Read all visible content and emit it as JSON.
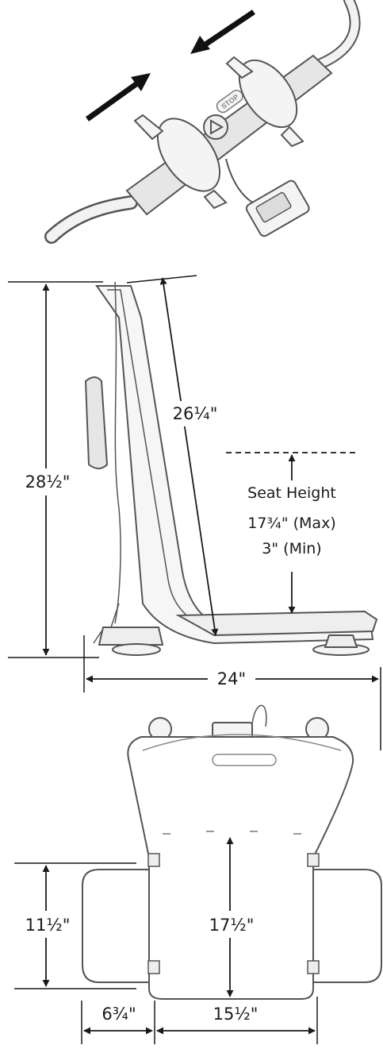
{
  "controller": {
    "stop_label": "STOP"
  },
  "side_view": {
    "overall_height": "28½\"",
    "backrest_length": "26¼\"",
    "seat_height_title": "Seat Height",
    "seat_height_max": "17¾\" (Max)",
    "seat_height_min": "3\" (Min)",
    "overall_depth": "24\""
  },
  "top_view": {
    "side_flap_length": "11½\"",
    "seat_length": "17½\"",
    "side_flap_width": "6¾\"",
    "seat_width": "15½\""
  },
  "colors": {
    "line": "#1a1a1a",
    "outline": "#555555",
    "fill": "#e6e6e6",
    "white": "#ffffff"
  }
}
